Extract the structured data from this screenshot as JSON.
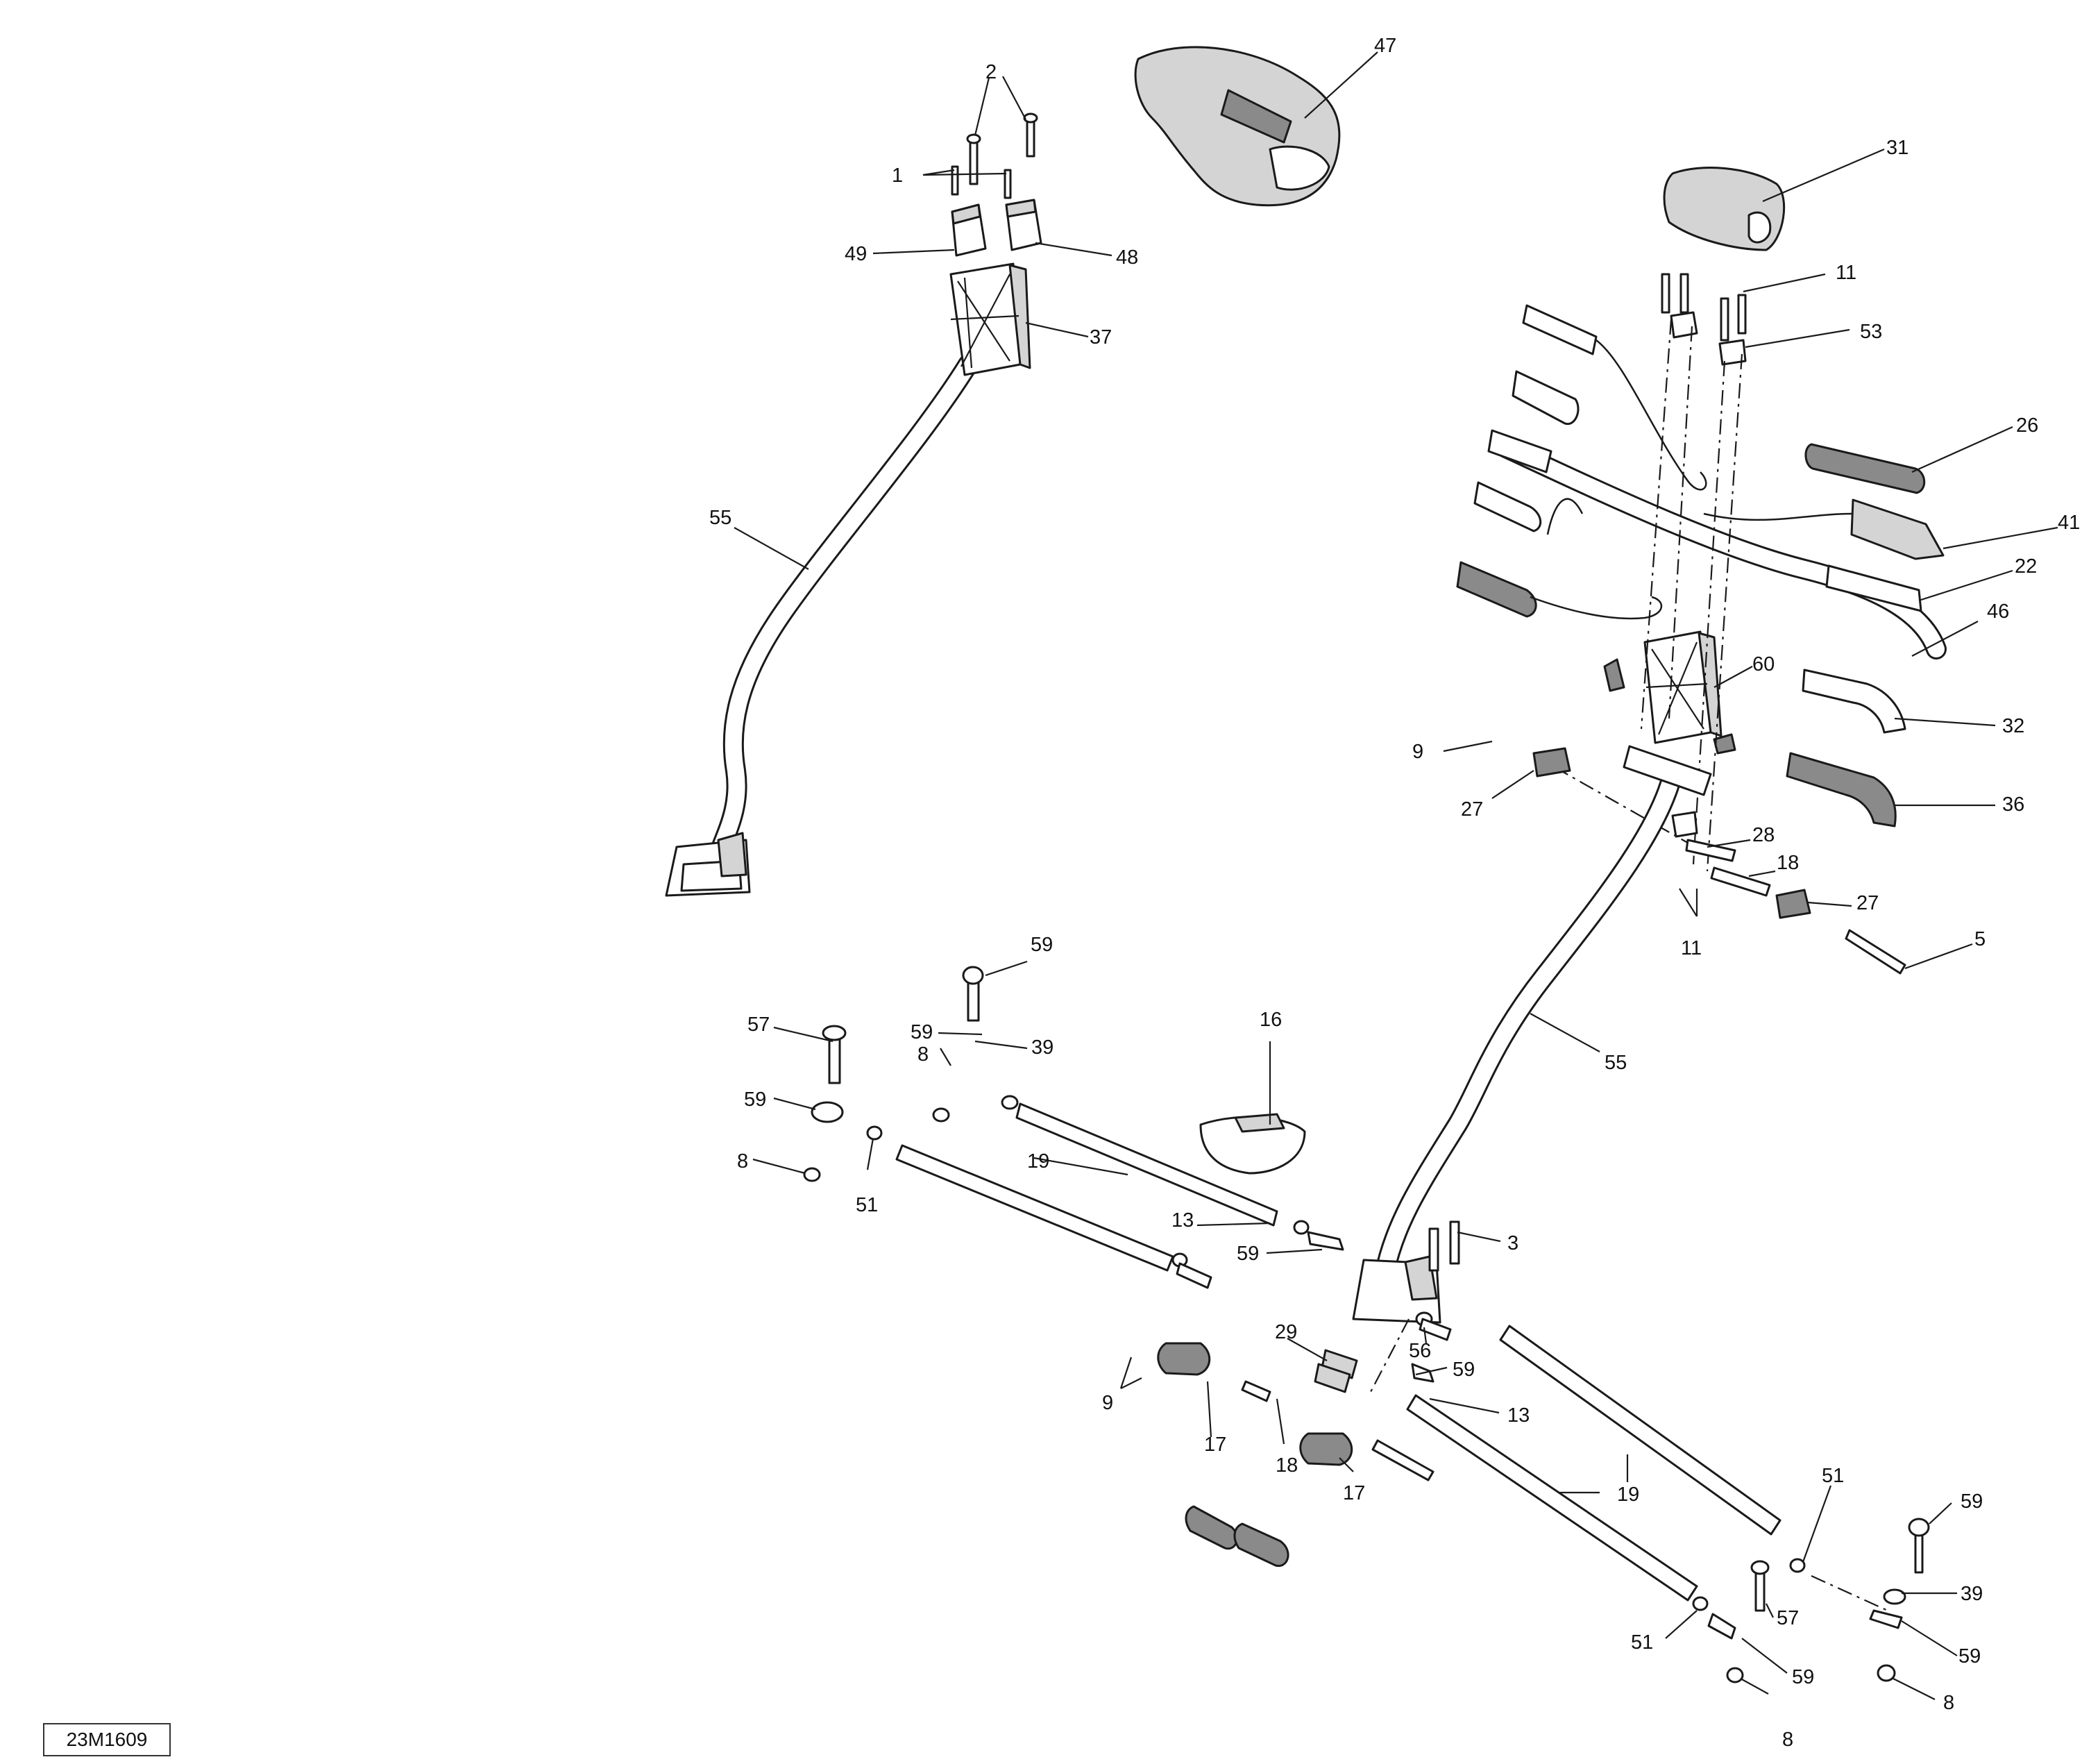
{
  "diagram": {
    "reference_code": "23M1609",
    "callouts": [
      {
        "id": "c47",
        "text": "47"
      },
      {
        "id": "c2",
        "text": "2"
      },
      {
        "id": "c1",
        "text": "1"
      },
      {
        "id": "c49",
        "text": "49"
      },
      {
        "id": "c48",
        "text": "48"
      },
      {
        "id": "c37",
        "text": "37"
      },
      {
        "id": "c55a",
        "text": "55"
      },
      {
        "id": "c31",
        "text": "31"
      },
      {
        "id": "c11a",
        "text": "11"
      },
      {
        "id": "c53",
        "text": "53"
      },
      {
        "id": "c26",
        "text": "26"
      },
      {
        "id": "c41",
        "text": "41"
      },
      {
        "id": "c22",
        "text": "22"
      },
      {
        "id": "c46",
        "text": "46"
      },
      {
        "id": "c60",
        "text": "60"
      },
      {
        "id": "c32",
        "text": "32"
      },
      {
        "id": "c36",
        "text": "36"
      },
      {
        "id": "c9a",
        "text": "9"
      },
      {
        "id": "c27a",
        "text": "27"
      },
      {
        "id": "c28",
        "text": "28"
      },
      {
        "id": "c18a",
        "text": "18"
      },
      {
        "id": "c27b",
        "text": "27"
      },
      {
        "id": "c11b",
        "text": "11"
      },
      {
        "id": "c5",
        "text": "5"
      },
      {
        "id": "c55b",
        "text": "55"
      },
      {
        "id": "c59a",
        "text": "59"
      },
      {
        "id": "c57a",
        "text": "57"
      },
      {
        "id": "c59b",
        "text": "59"
      },
      {
        "id": "c39a",
        "text": "39"
      },
      {
        "id": "c8a",
        "text": "8"
      },
      {
        "id": "c59c",
        "text": "59"
      },
      {
        "id": "c8b",
        "text": "8"
      },
      {
        "id": "c51a",
        "text": "51"
      },
      {
        "id": "c19a",
        "text": "19"
      },
      {
        "id": "c16",
        "text": "16"
      },
      {
        "id": "c13a",
        "text": "13"
      },
      {
        "id": "c59d",
        "text": "59"
      },
      {
        "id": "c3",
        "text": "3"
      },
      {
        "id": "c29",
        "text": "29"
      },
      {
        "id": "c56",
        "text": "56"
      },
      {
        "id": "c59e",
        "text": "59"
      },
      {
        "id": "c13b",
        "text": "13"
      },
      {
        "id": "c9b",
        "text": "9"
      },
      {
        "id": "c17a",
        "text": "17"
      },
      {
        "id": "c18b",
        "text": "18"
      },
      {
        "id": "c17b",
        "text": "17"
      },
      {
        "id": "c19b",
        "text": "19"
      },
      {
        "id": "c51b",
        "text": "51"
      },
      {
        "id": "c59f",
        "text": "59"
      },
      {
        "id": "c39b",
        "text": "39"
      },
      {
        "id": "c57b",
        "text": "57"
      },
      {
        "id": "c51c",
        "text": "51"
      },
      {
        "id": "c59g",
        "text": "59"
      },
      {
        "id": "c59h",
        "text": "59"
      },
      {
        "id": "c8c",
        "text": "8"
      },
      {
        "id": "c8d",
        "text": "8"
      }
    ]
  }
}
